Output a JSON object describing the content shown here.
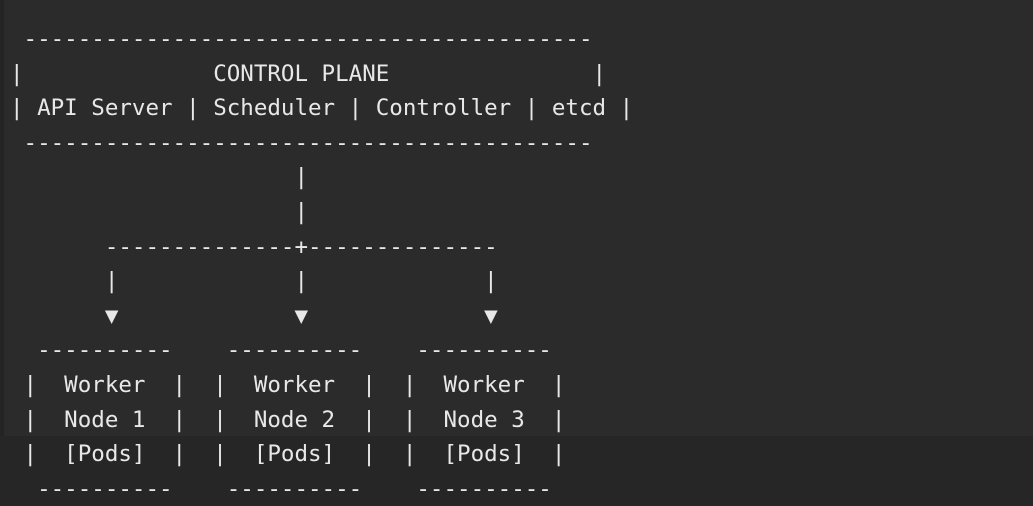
{
  "theme": {
    "background": "#2b2b2b",
    "foreground": "#e8e8e8",
    "edge_shade": "#242424"
  },
  "diagram": {
    "type": "ascii-art",
    "title": "CONTROL PLANE",
    "control_plane": {
      "label": "CONTROL PLANE",
      "components": [
        "API Server",
        "Scheduler",
        "Controller",
        "etcd"
      ],
      "components_line": "API Server | Scheduler | Controller | etcd"
    },
    "connector": {
      "trunk_glyph": "|",
      "junction_glyph": "+",
      "branch_glyph": "-",
      "arrow_glyph": "▼",
      "arrow_count": 3
    },
    "workers": [
      {
        "line1": "Worker",
        "line2": "Node 1",
        "line3": "[Pods]"
      },
      {
        "line1": "Worker",
        "line2": "Node 2",
        "line3": "[Pods]"
      },
      {
        "line1": "Worker",
        "line2": "Node 3",
        "line3": "[Pods]"
      }
    ],
    "art": " ------------------------------------------\n|              CONTROL PLANE               |\n| API Server | Scheduler | Controller | etcd |\n ------------------------------------------\n                     |\n                     |\n       --------------+--------------\n       |             |             |\n       ▼             ▼             ▼\n  ----------    ----------    ----------\n |  Worker  |  |  Worker  |  |  Worker  |\n |  Node 1  |  |  Node 2  |  |  Node 3  |\n |  [Pods]  |  |  [Pods]  |  |  [Pods]  |\n  ----------    ----------    ----------"
  }
}
